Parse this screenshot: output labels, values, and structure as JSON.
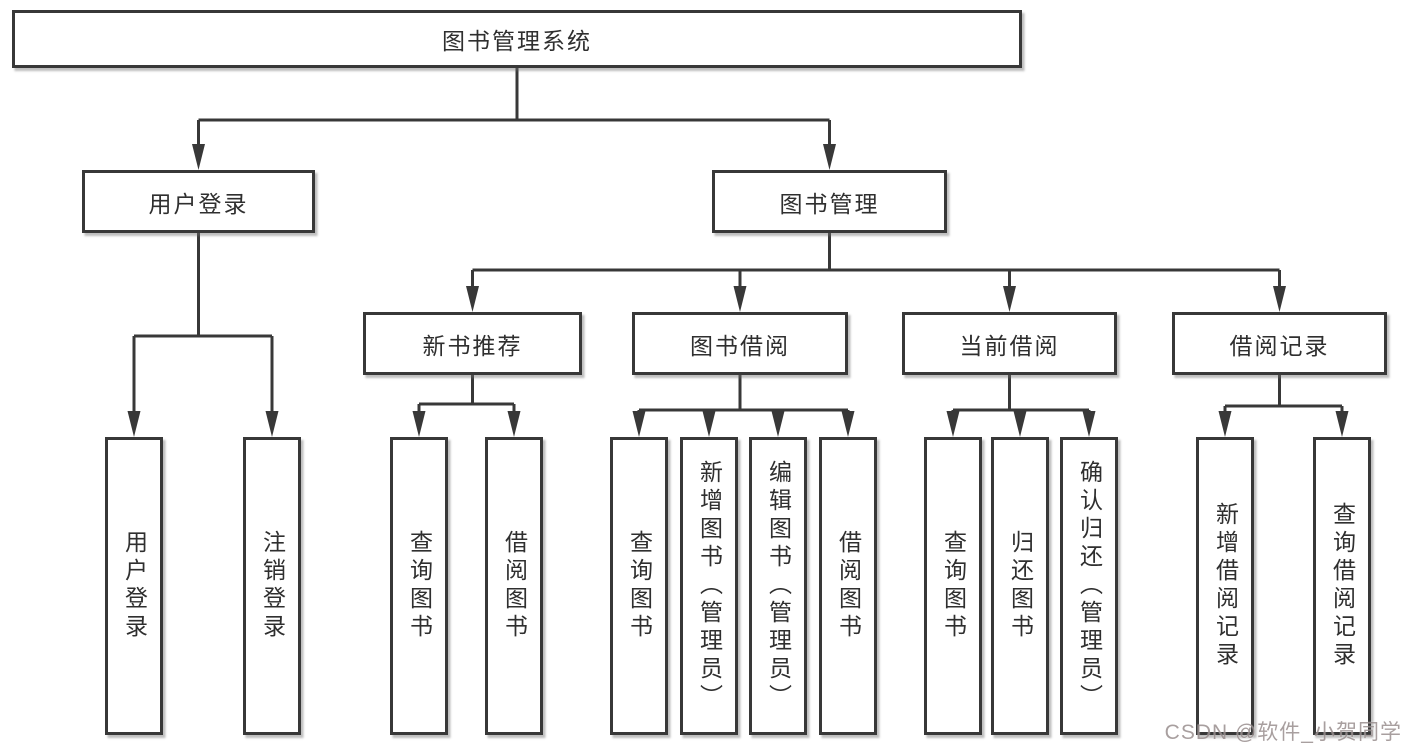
{
  "diagram": {
    "root": {
      "label": "图书管理系统"
    },
    "level1": [
      {
        "label": "用户登录"
      },
      {
        "label": "图书管理"
      }
    ],
    "level2": [
      {
        "label": "新书推荐"
      },
      {
        "label": "图书借阅"
      },
      {
        "label": "当前借阅"
      },
      {
        "label": "借阅记录"
      }
    ],
    "leaves": [
      {
        "label": "用户登录"
      },
      {
        "label": "注销登录"
      },
      {
        "label": "查询图书"
      },
      {
        "label": "借阅图书"
      },
      {
        "label": "查询图书"
      },
      {
        "label": "新增图书（管理员）"
      },
      {
        "label": "编辑图书（管理员）"
      },
      {
        "label": "借阅图书"
      },
      {
        "label": "查询图书"
      },
      {
        "label": "归还图书"
      },
      {
        "label": "确认归还（管理员）"
      },
      {
        "label": "新增借阅记录"
      },
      {
        "label": "查询借阅记录"
      }
    ]
  },
  "watermark": {
    "text": "CSDN @软件_小贺同学"
  },
  "colors": {
    "line": "#383838",
    "text": "#2f2f2f",
    "watermark": "#9a8f8f",
    "background": "#ffffff"
  }
}
